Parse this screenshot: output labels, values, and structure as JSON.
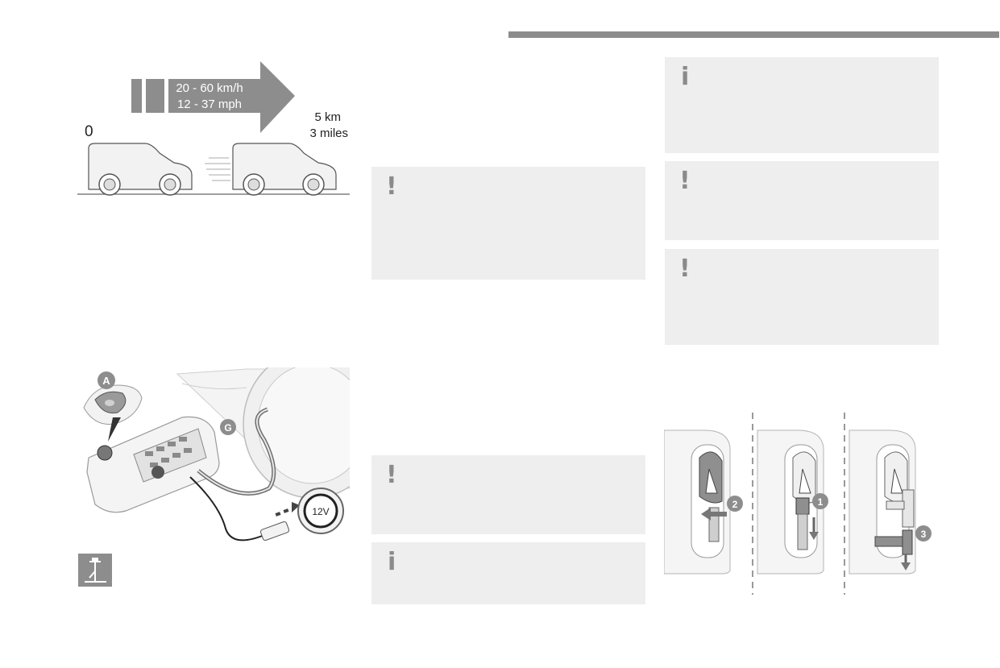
{
  "speed_figure": {
    "speed_kmh": "20 - 60 km/h",
    "speed_mph": "12 - 37 mph",
    "start": "0",
    "distance_km": "5 km",
    "distance_miles": "3 miles"
  },
  "kit_figure": {
    "label_a": "A",
    "label_g": "G",
    "socket": "12V"
  },
  "valve_figure": {
    "step1": "1",
    "step2": "2",
    "step3": "3"
  },
  "notes": {
    "warning_symbol": "!",
    "info_symbol": "i"
  },
  "icons": {
    "tool_icon": "jack-tool-icon"
  },
  "colors": {
    "header_bar": "#8c8c8c",
    "note_background": "#eeeeee",
    "symbol_gray": "#8a8a8a"
  }
}
